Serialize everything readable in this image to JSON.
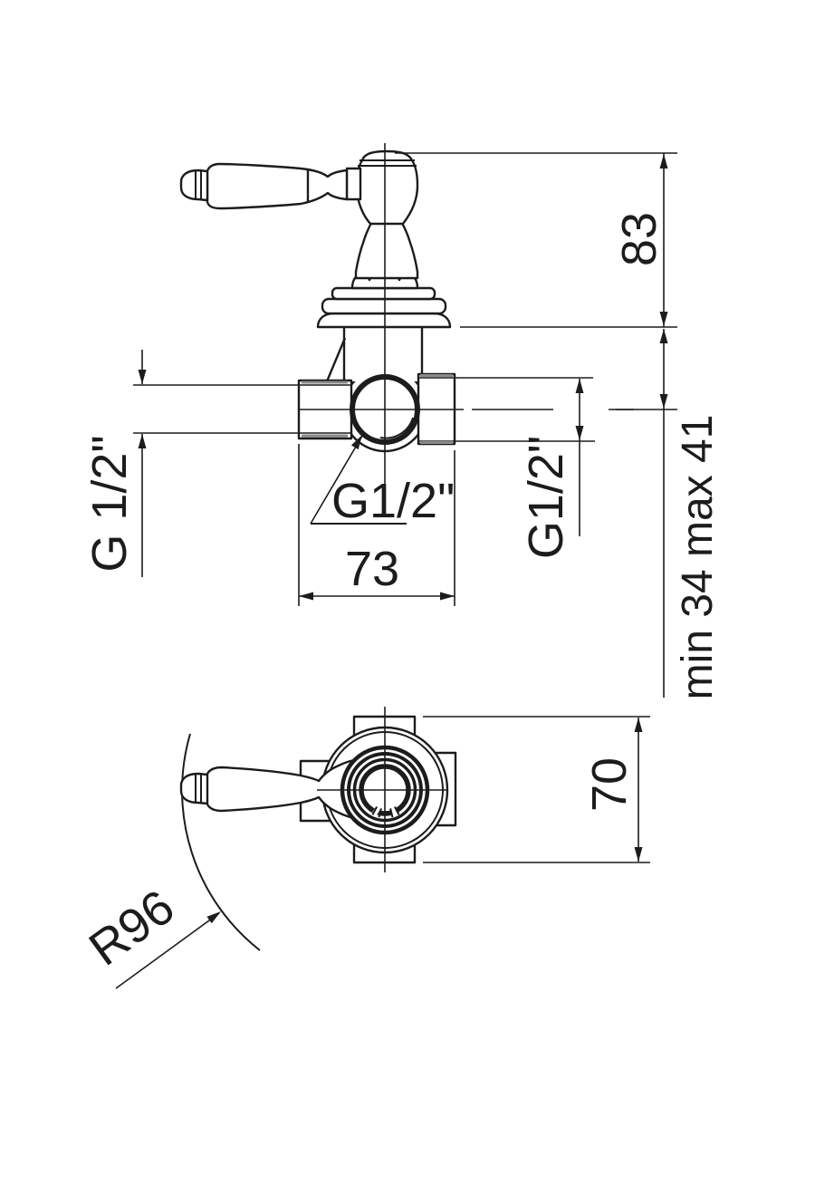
{
  "page": {
    "background": "#ffffff",
    "line_color": "#1c1c1c",
    "thread_color": "#8a8a8a"
  },
  "side_view": {
    "dim_height": "83",
    "dim_depth": "min 34 max 41",
    "dim_width": "73",
    "label_left_port": "G 1/2\"",
    "label_right_port": "G1/2\"",
    "label_center_port": "G1/2\""
  },
  "top_view": {
    "dim_diameter": "70",
    "label_radius": "R96"
  }
}
